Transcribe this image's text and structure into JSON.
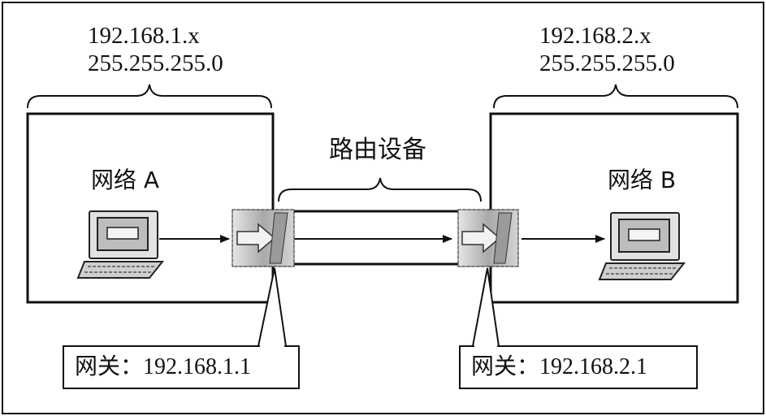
{
  "network_a": {
    "subnet": "192.168.1.x",
    "mask": "255.255.255.0",
    "label": "网络 A",
    "gateway": "网关：192.168.1.1"
  },
  "network_b": {
    "subnet": "192.168.2.x",
    "mask": "255.255.255.0",
    "label": "网络 B",
    "gateway": "网关：192.168.2.1"
  },
  "routing": {
    "label": "路由设备"
  },
  "colors": {
    "stroke": "#111111",
    "router_body": "#c8c8c8",
    "computer_body": "#d9d9d9",
    "background": "#ffffff"
  }
}
